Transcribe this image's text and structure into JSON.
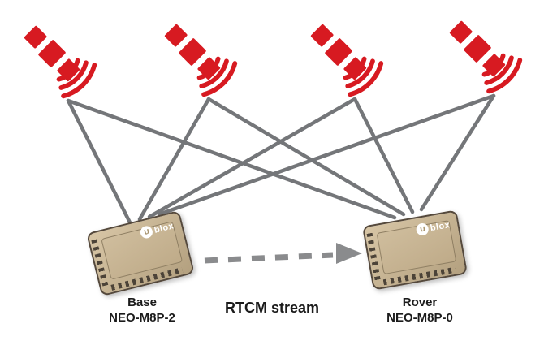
{
  "diagram": {
    "type": "rtk-gnss-architecture",
    "background": "#ffffff",
    "colors": {
      "satellite": "#d71a21",
      "signal_line": "#747679",
      "arrow": "#8a8b8d",
      "module_body": "#c3ae8c",
      "text": "#1b1b1b"
    },
    "satellites": [
      {
        "name": "satellite-1"
      },
      {
        "name": "satellite-2"
      },
      {
        "name": "satellite-3"
      },
      {
        "name": "satellite-4"
      }
    ],
    "connections": [
      {
        "from": "satellite-1",
        "to": "base"
      },
      {
        "from": "satellite-1",
        "to": "rover"
      },
      {
        "from": "satellite-2",
        "to": "base"
      },
      {
        "from": "satellite-2",
        "to": "rover"
      },
      {
        "from": "satellite-3",
        "to": "base"
      },
      {
        "from": "satellite-3",
        "to": "rover"
      },
      {
        "from": "satellite-4",
        "to": "base"
      },
      {
        "from": "satellite-4",
        "to": "rover"
      },
      {
        "from": "base",
        "to": "rover",
        "via": "RTCM stream"
      }
    ],
    "base_module": {
      "label": "Base",
      "model": "NEO-M8P-2",
      "brand_prefix": "u",
      "brand_rest": "blox"
    },
    "rover_module": {
      "label": "Rover",
      "model": "NEO-M8P-0",
      "brand_prefix": "u",
      "brand_rest": "blox"
    },
    "stream_label": "RTCM stream"
  }
}
